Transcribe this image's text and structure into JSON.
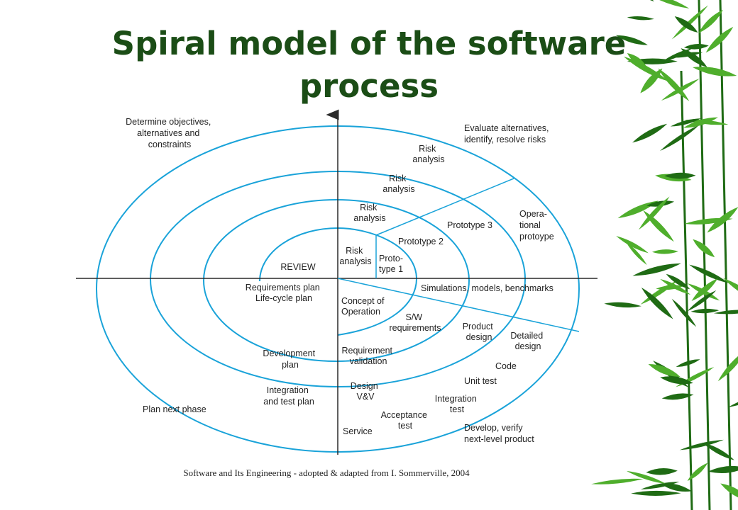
{
  "title": {
    "line1": "Spiral model of the software",
    "line2": "process"
  },
  "diagram": {
    "quadrants": {
      "top_left": [
        "Determine objectives,",
        "alternatives and",
        "constraints"
      ],
      "top_right": [
        "Evaluate alternatives,",
        "identify, resolve risks"
      ],
      "bottom_left": "Plan next phase",
      "bottom_right": [
        "Develop, verify",
        "next-level product"
      ]
    },
    "risk_analyses": [
      [
        "Risk",
        "analysis"
      ],
      [
        "Risk",
        "analysis"
      ],
      [
        "Risk",
        "analysis"
      ],
      [
        "Risk",
        "analysis"
      ]
    ],
    "prototypes": {
      "p1": [
        "Proto-",
        "type 1"
      ],
      "p2": "Prototype 2",
      "p3": "Prototype 3",
      "operational": [
        "Opera-",
        "tional",
        "protoype"
      ]
    },
    "review": "REVIEW",
    "plans": {
      "requirements": [
        "Requirements plan",
        "Life-cycle plan"
      ],
      "development": [
        "Development",
        "plan"
      ],
      "integration": [
        "Integration",
        "and test plan"
      ]
    },
    "simulations": "Simulations, models, benchmarks",
    "development_steps": {
      "concept": [
        "Concept of",
        "Operation"
      ],
      "sw_requirements": [
        "S/W",
        "requirements"
      ],
      "requirement_validation": [
        "Requirement",
        "validation"
      ],
      "product_design": [
        "Product",
        "design"
      ],
      "detailed_design": [
        "Detailed",
        "design"
      ],
      "design_vv": [
        "Design",
        "V&V"
      ],
      "code": "Code",
      "unit_test": "Unit test",
      "integration_test": [
        "Integration",
        "test"
      ],
      "acceptance_test": [
        "Acceptance",
        "test"
      ],
      "service": "Service"
    }
  },
  "footer": "Software and Its Engineering - adopted & adapted from I. Sommerville, 2004",
  "colors": {
    "spiral": "#1aa3d9",
    "axis": "#2a2a2a",
    "title": "#1b4d16",
    "bamboo_dark": "#1f6b14",
    "bamboo_light": "#4fae2c"
  }
}
